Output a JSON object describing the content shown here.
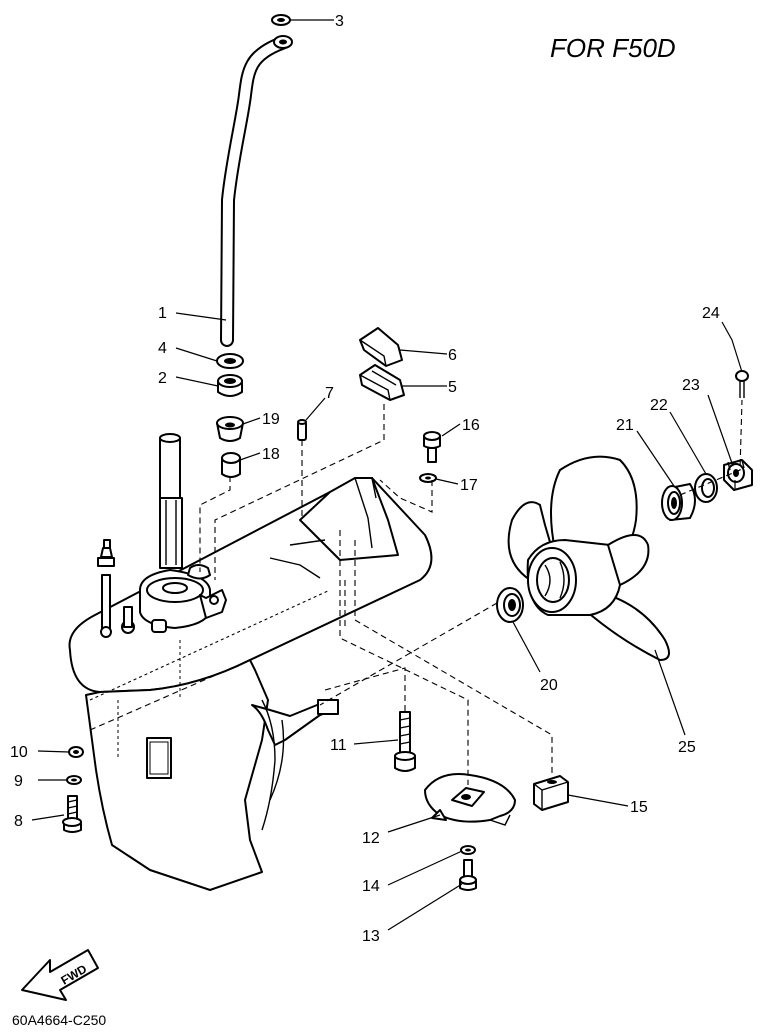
{
  "title": "FOR F50D",
  "diagram_code": "60A4664-C250",
  "fwd_label": "FWD",
  "callouts": [
    "1",
    "2",
    "3",
    "4",
    "5",
    "6",
    "7",
    "8",
    "9",
    "10",
    "11",
    "12",
    "13",
    "14",
    "15",
    "16",
    "17",
    "18",
    "19",
    "20",
    "21",
    "22",
    "23",
    "24",
    "25"
  ]
}
